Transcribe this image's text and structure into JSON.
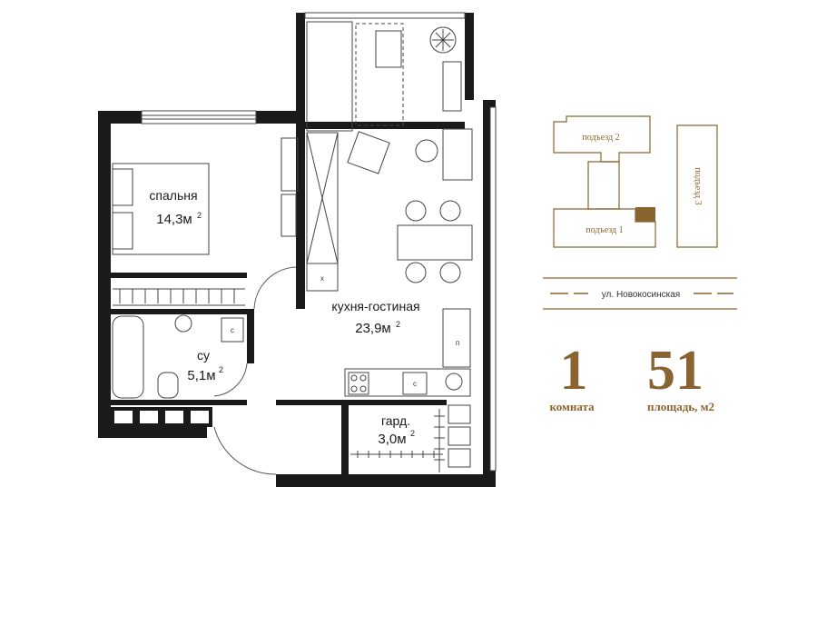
{
  "colors": {
    "wall": "#1a1a1a",
    "accent": "#8a6430",
    "line": "#444444"
  },
  "rooms": {
    "bedroom": {
      "name": "спальня",
      "area": "14,3м",
      "unit_sup": "2"
    },
    "bathroom": {
      "name": "су",
      "area": "5,1м",
      "unit_sup": "2"
    },
    "living_kitchen": {
      "name": "кухня-гостиная",
      "area": "23,9м",
      "unit_sup": "2"
    },
    "wardrobe": {
      "name": "гард.",
      "area": "3,0м",
      "unit_sup": "2"
    }
  },
  "fixtures": {
    "cabinet_c1": "с",
    "cabinet_c2": "с",
    "wardrobe_x": "х",
    "fridge_p": "п"
  },
  "site_plan": {
    "entrances": [
      "подъезд 2",
      "подъезд 1",
      "подъезд 3"
    ],
    "street": "ул. Новокосинская"
  },
  "summary": {
    "rooms_count": "1",
    "rooms_label": "комната",
    "area_value": "51",
    "area_label": "площадь, м2"
  }
}
